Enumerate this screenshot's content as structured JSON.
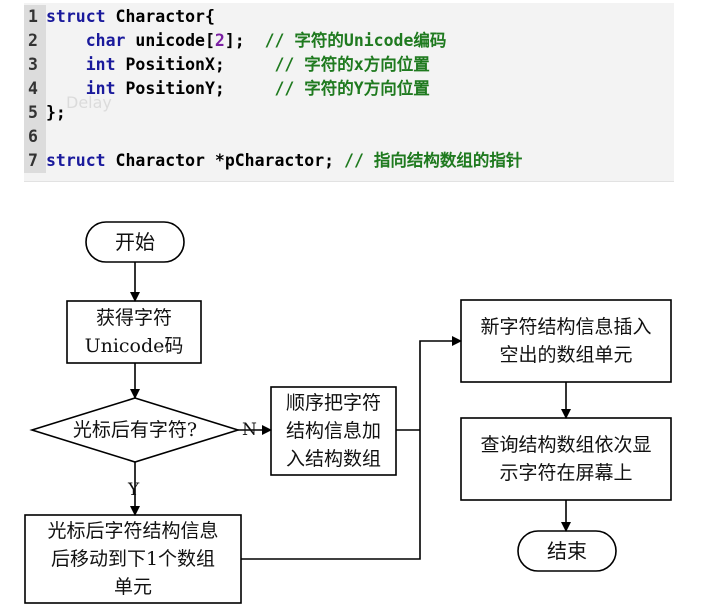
{
  "code": {
    "lines": [
      {
        "num": "1",
        "segments": [
          {
            "text": "struct",
            "color": "#1a1a9c"
          },
          {
            "text": " Charactor{",
            "color": "#000000"
          }
        ]
      },
      {
        "num": "2",
        "segments": [
          {
            "text": "    char",
            "color": "#1a1a9c"
          },
          {
            "text": " unicode[",
            "color": "#000000"
          },
          {
            "text": "2",
            "color": "#7a1fa2"
          },
          {
            "text": "];  ",
            "color": "#000000"
          },
          {
            "text": "// 字符的Unicode编码",
            "color": "#1f7a1f"
          }
        ]
      },
      {
        "num": "3",
        "segments": [
          {
            "text": "    int",
            "color": "#1a1a9c"
          },
          {
            "text": " PositionX;     ",
            "color": "#000000"
          },
          {
            "text": "// 字符的x方向位置",
            "color": "#1f7a1f"
          }
        ]
      },
      {
        "num": "4",
        "segments": [
          {
            "text": "    int",
            "color": "#1a1a9c"
          },
          {
            "text": " PositionY;     ",
            "color": "#000000"
          },
          {
            "text": "// 字符的Y方向位置",
            "color": "#1f7a1f"
          }
        ]
      },
      {
        "num": "5",
        "segments": [
          {
            "text": "};",
            "color": "#000000"
          }
        ]
      },
      {
        "num": "6",
        "segments": []
      },
      {
        "num": "7",
        "segments": [
          {
            "text": "struct",
            "color": "#1a1a9c"
          },
          {
            "text": " Charactor *pCharactor; ",
            "color": "#000000"
          },
          {
            "text": "// 指向结构数组的指针",
            "color": "#1f7a1f"
          }
        ]
      }
    ],
    "ghost_text": "Delay"
  },
  "flowchart": {
    "start": "开始",
    "get_unicode": "获得字符\nUnicode码",
    "has_char_after_cursor": "光标后有字符?",
    "add_to_array": "顺序把字符\n结构信息加\n入结构数组",
    "move_back": "光标后字符结构信息\n后移动到下1个数组\n单元",
    "insert_new": "新字符结构信息插入\n空出的数组单元",
    "display": "查询结构数组依次显\n示字符在屏幕上",
    "end": "结束",
    "label_no": "N",
    "label_yes": "Y"
  }
}
